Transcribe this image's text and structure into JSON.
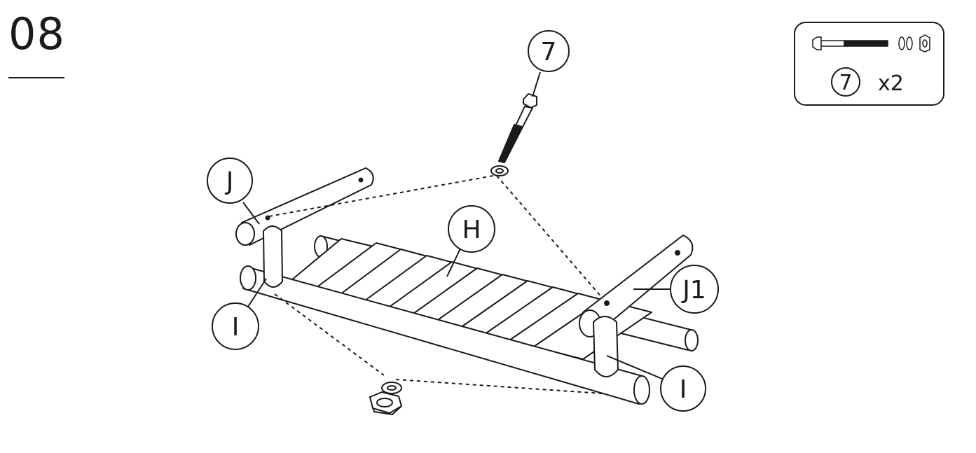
{
  "step": {
    "number": "08"
  },
  "parts_box": {
    "part_id": "7",
    "quantity": "x2"
  },
  "callouts": {
    "bolt": "7",
    "J": "J",
    "H": "H",
    "J1": "J1",
    "I_left": "I",
    "I_right": "I"
  }
}
